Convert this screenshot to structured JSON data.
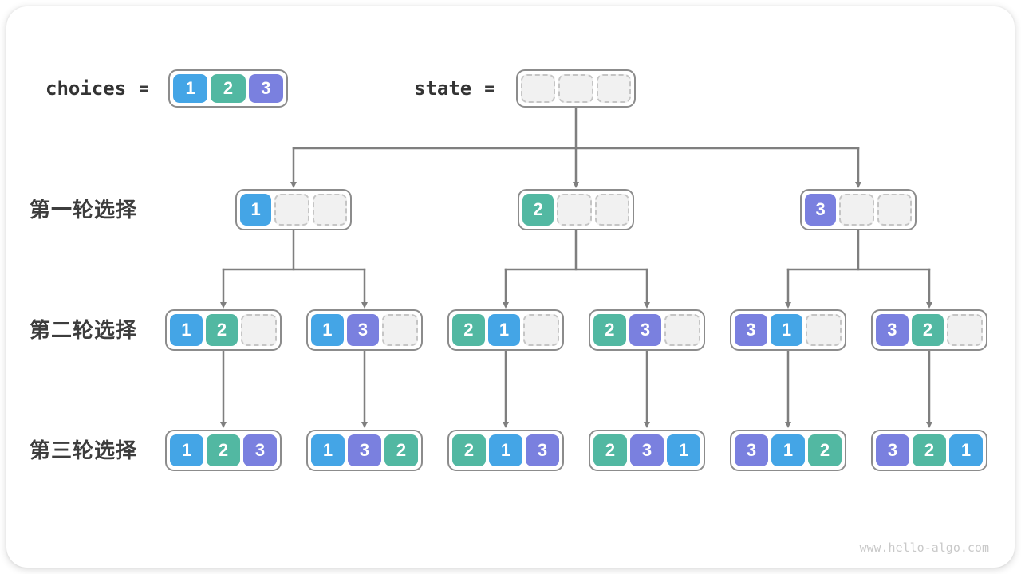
{
  "colors": {
    "1": "#44A5E6",
    "2": "#52B8A2",
    "3": "#7A80DF"
  },
  "header": {
    "choices_label": "choices",
    "state_label": "state",
    "equals": "=",
    "choices_cells": [
      "1",
      "2",
      "3"
    ],
    "state_cells": [
      "",
      "",
      ""
    ]
  },
  "rows": [
    {
      "label": "第一轮选择"
    },
    {
      "label": "第二轮选择"
    },
    {
      "label": "第三轮选择"
    }
  ],
  "tree": {
    "round1": [
      [
        "1",
        "",
        ""
      ],
      [
        "2",
        "",
        ""
      ],
      [
        "3",
        "",
        ""
      ]
    ],
    "round2": [
      [
        "1",
        "2",
        ""
      ],
      [
        "1",
        "3",
        ""
      ],
      [
        "2",
        "1",
        ""
      ],
      [
        "2",
        "3",
        ""
      ],
      [
        "3",
        "1",
        ""
      ],
      [
        "3",
        "2",
        ""
      ]
    ],
    "round3": [
      [
        "1",
        "2",
        "3"
      ],
      [
        "1",
        "3",
        "2"
      ],
      [
        "2",
        "1",
        "3"
      ],
      [
        "2",
        "3",
        "1"
      ],
      [
        "3",
        "1",
        "2"
      ],
      [
        "3",
        "2",
        "1"
      ]
    ]
  },
  "watermark": "www.hello-algo.com"
}
